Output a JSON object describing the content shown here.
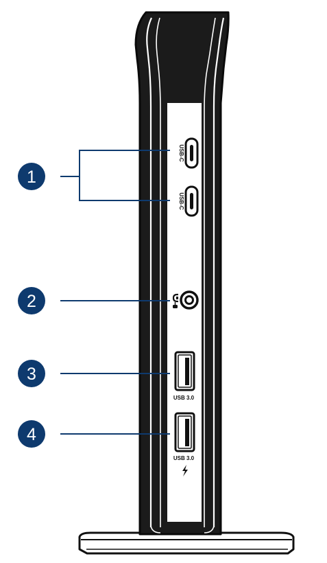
{
  "colors": {
    "device_fill": "#1b1b1b",
    "device_outline": "#111111",
    "highlight": "#ffffff",
    "callout_badge": "#0e3a6e",
    "callout_line": "#0e3a6e",
    "callout_text": "#ffffff"
  },
  "callouts": [
    {
      "number": "1"
    },
    {
      "number": "2"
    },
    {
      "number": "3"
    },
    {
      "number": "4"
    }
  ],
  "ports": {
    "usb_c_1": {
      "label": "USB-C",
      "icon": "usb-c-port-icon"
    },
    "usb_c_2": {
      "label": "USB-C",
      "icon": "usb-c-port-icon"
    },
    "audio": {
      "icon": "headset-audio-jack-icon"
    },
    "usb_a_1": {
      "label": "USB 3.0",
      "icon": "usb-a-port-icon"
    },
    "usb_a_2": {
      "label": "USB 3.0",
      "icon": "usb-a-port-icon",
      "charge_icon": "lightning-charge-icon"
    }
  }
}
